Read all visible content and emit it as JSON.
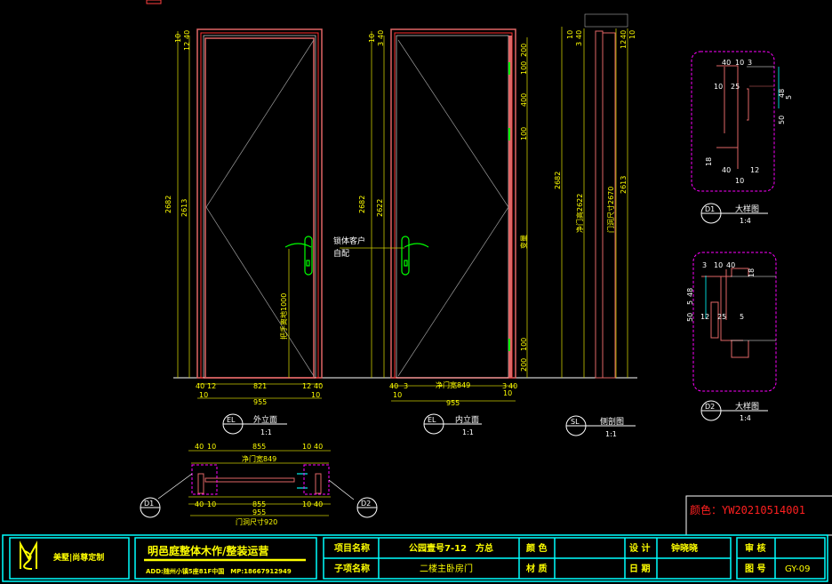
{
  "colors": {
    "frame": "#e06666",
    "dim": "#c8c800",
    "detail_box": "#ff00ff",
    "title_border": "#00ffff",
    "text": "#ffff00"
  },
  "exterior": {
    "title": "外立面",
    "scale": "1:1",
    "tag": "EL",
    "dims_top": [
      "40",
      "12",
      "821",
      "12",
      "40"
    ],
    "dims_mid": [
      "10",
      "10"
    ],
    "width": "955",
    "height_total": "2682",
    "height_inner": "2613",
    "top_dims": [
      "10",
      "40",
      "12"
    ],
    "handle_height": "把手离地1000"
  },
  "interior": {
    "title": "内立面",
    "scale": "1:1",
    "tag": "EL",
    "dims_top": [
      "40",
      "3",
      "净门宽849",
      "3",
      "40"
    ],
    "dims_mid": [
      "10",
      "10"
    ],
    "width": "955",
    "height_total": "2682",
    "height_inner": "2622",
    "top_dims": [
      "10",
      "40",
      "3"
    ],
    "hinge_dims": [
      "200",
      "100",
      "400",
      "100",
      "100",
      "200"
    ],
    "hinge_label": "变量",
    "lock_note": [
      "锁体客户",
      "自配"
    ]
  },
  "section": {
    "title": "侧剖图",
    "scale": "1:1",
    "tag": "SL",
    "dims": [
      "2682",
      "净门高2622",
      "门洞尺寸2670",
      "2613"
    ],
    "top_dims": [
      "10",
      "40",
      "3",
      "40",
      "12",
      "10"
    ]
  },
  "plan": {
    "top": [
      "40",
      "10",
      "855",
      "10",
      "40"
    ],
    "clear": "净门宽849",
    "bottom": [
      "40",
      "10",
      "855",
      "10",
      "40"
    ],
    "width": "955",
    "opening": "门洞尺寸920",
    "d1": "D1",
    "d2": "D2"
  },
  "detail_d1": {
    "tag": "D1",
    "title": "大样图",
    "scale": "1:4",
    "dims": [
      "40",
      "10",
      "3",
      "10",
      "25",
      "48",
      "5",
      "50",
      "18",
      "40",
      "12",
      "10"
    ]
  },
  "detail_d2": {
    "tag": "D2",
    "title": "大样图",
    "scale": "1:4",
    "dims": [
      "3",
      "10",
      "40",
      "18",
      "48",
      "5",
      "50",
      "12",
      "25",
      "5"
    ]
  },
  "color_note": "颜色：YW20210514001",
  "title_block": {
    "logo_text": "美墅|尚尊定制",
    "company": "明邑庭整体木作/整装运营",
    "address": "ADD:随州小镇5座81F中国　MP:18667912949",
    "project_label": "项目名称",
    "project_value": "公园壹号7-12　方总",
    "sub_label": "子项名称",
    "sub_value": "二楼主卧房门",
    "color_label": "颜 色",
    "color_value": "",
    "material_label": "材 质",
    "material_value": "",
    "design_label": "设 计",
    "design_value": "钟晓晓",
    "date_label": "日 期",
    "date_value": "",
    "review_label": "审 核",
    "review_value": "",
    "drawing_no_label": "图 号",
    "drawing_no_value": "GY-09"
  }
}
